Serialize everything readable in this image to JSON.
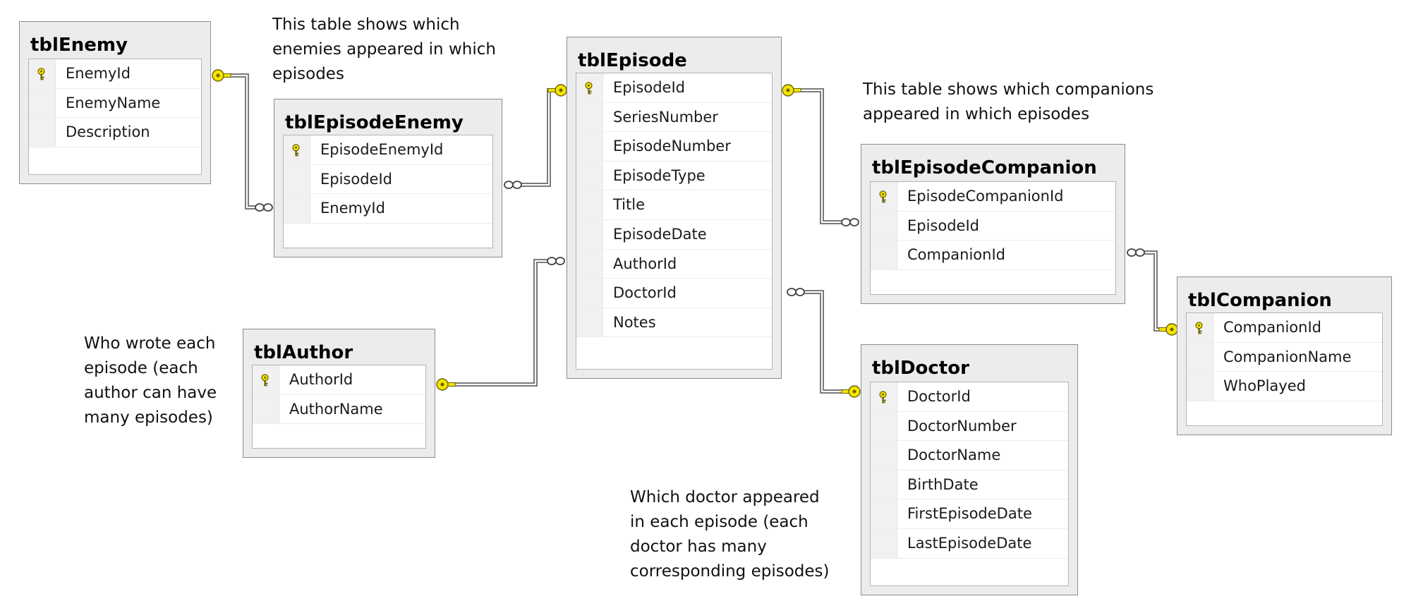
{
  "tables": [
    {
      "name": "tblEnemy",
      "columns": [
        {
          "name": "EnemyId",
          "pk": true
        },
        {
          "name": "EnemyName",
          "pk": false
        },
        {
          "name": "Description",
          "pk": false
        }
      ]
    },
    {
      "name": "tblEpisodeEnemy",
      "columns": [
        {
          "name": "EpisodeEnemyId",
          "pk": true
        },
        {
          "name": "EpisodeId",
          "pk": false
        },
        {
          "name": "EnemyId",
          "pk": false
        }
      ]
    },
    {
      "name": "tblEpisode",
      "columns": [
        {
          "name": "EpisodeId",
          "pk": true
        },
        {
          "name": "SeriesNumber",
          "pk": false
        },
        {
          "name": "EpisodeNumber",
          "pk": false
        },
        {
          "name": "EpisodeType",
          "pk": false
        },
        {
          "name": "Title",
          "pk": false
        },
        {
          "name": "EpisodeDate",
          "pk": false
        },
        {
          "name": "AuthorId",
          "pk": false
        },
        {
          "name": "DoctorId",
          "pk": false
        },
        {
          "name": "Notes",
          "pk": false
        }
      ]
    },
    {
      "name": "tblAuthor",
      "columns": [
        {
          "name": "AuthorId",
          "pk": true
        },
        {
          "name": "AuthorName",
          "pk": false
        }
      ]
    },
    {
      "name": "tblEpisodeCompanion",
      "columns": [
        {
          "name": "EpisodeCompanionId",
          "pk": true
        },
        {
          "name": "EpisodeId",
          "pk": false
        },
        {
          "name": "CompanionId",
          "pk": false
        }
      ]
    },
    {
      "name": "tblDoctor",
      "columns": [
        {
          "name": "DoctorId",
          "pk": true
        },
        {
          "name": "DoctorNumber",
          "pk": false
        },
        {
          "name": "DoctorName",
          "pk": false
        },
        {
          "name": "BirthDate",
          "pk": false
        },
        {
          "name": "FirstEpisodeDate",
          "pk": false
        },
        {
          "name": "LastEpisodeDate",
          "pk": false
        }
      ]
    },
    {
      "name": "tblCompanion",
      "columns": [
        {
          "name": "CompanionId",
          "pk": true
        },
        {
          "name": "CompanionName",
          "pk": false
        },
        {
          "name": "WhoPlayed",
          "pk": false
        }
      ]
    }
  ],
  "notes": {
    "enemies": "This table shows which\nenemies appeared in which\nepisodes",
    "companions": "This table shows which companions\nappeared in which episodes",
    "authors": "Who wrote each\nepisode (each\nauthor can have\nmany episodes)",
    "doctors": "Which doctor appeared\nin each episode (each\ndoctor has many\ncorresponding episodes)"
  },
  "relationships": [
    {
      "one": "tblEnemy",
      "many": "tblEpisodeEnemy"
    },
    {
      "one": "tblEpisode",
      "many": "tblEpisodeEnemy"
    },
    {
      "one": "tblAuthor",
      "many": "tblEpisode"
    },
    {
      "one": "tblEpisode",
      "many": "tblEpisodeCompanion"
    },
    {
      "one": "tblDoctor",
      "many": "tblEpisode"
    },
    {
      "one": "tblCompanion",
      "many": "tblEpisodeCompanion"
    }
  ],
  "colors": {
    "key": "#f5e400",
    "key_outline": "#6b6200",
    "line": "#7a7a7a"
  }
}
